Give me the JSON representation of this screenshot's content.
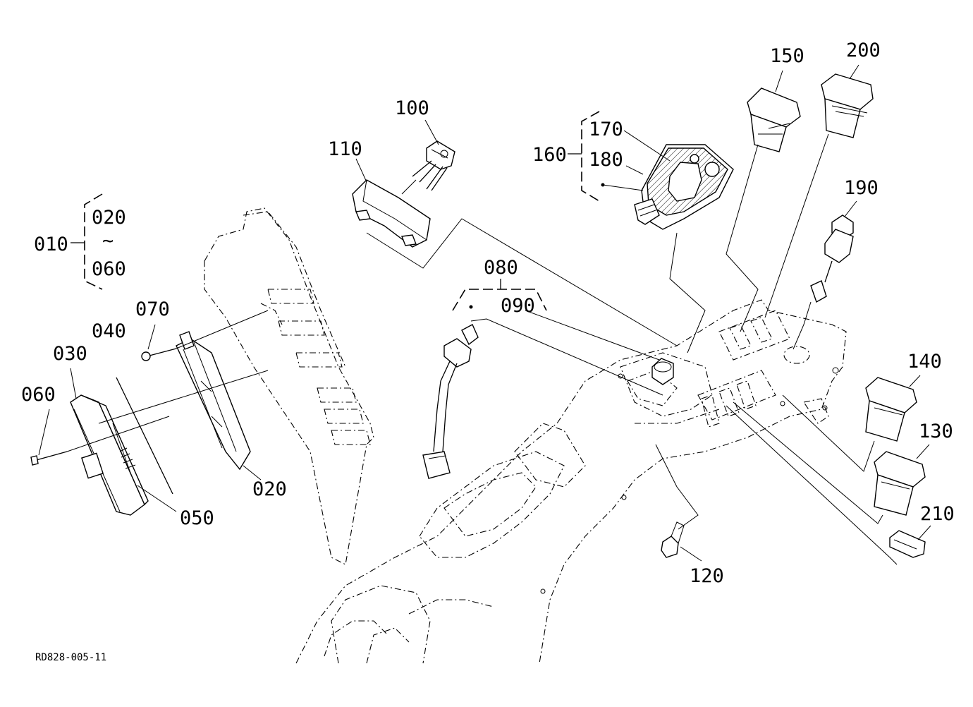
{
  "callouts": {
    "c010": "010",
    "c020_top": "020",
    "tilde": "~",
    "c060_top": "060",
    "c020": "020",
    "c030": "030",
    "c040": "040",
    "c050": "050",
    "c060": "060",
    "c070": "070",
    "c080": "080",
    "c090": "090",
    "c100": "100",
    "c110": "110",
    "c120": "120",
    "c130": "130",
    "c140": "140",
    "c150": "150",
    "c160": "160",
    "c170": "170",
    "c180": "180",
    "c190": "190",
    "c200": "200",
    "c210": "210"
  },
  "drawing_code": "RD828-005-11"
}
